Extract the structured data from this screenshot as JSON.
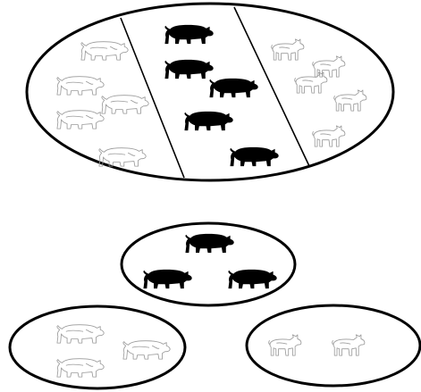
{
  "colors": {
    "background": "#ffffff",
    "outline": "#000000",
    "black_pig": "#000000",
    "white_animal_line": "#9a9a9a"
  },
  "groups": [
    {
      "id": "left-section",
      "animal": "white-pig-sketch",
      "count": 5
    },
    {
      "id": "middle-section",
      "animal": "black-pig",
      "count": 5
    },
    {
      "id": "right-section",
      "animal": "white-goat-sketch",
      "count": 5
    },
    {
      "id": "center-ellipse",
      "animal": "black-pig",
      "count": 3
    },
    {
      "id": "bottom-left-ellipse",
      "animal": "white-pig-sketch",
      "count": 3
    },
    {
      "id": "bottom-right-ellipse",
      "animal": "white-goat-sketch",
      "count": 2
    }
  ],
  "icons": {
    "black_pig": "black-pig-icon",
    "white_pig": "white-pig-sketch-icon",
    "goat": "goat-sketch-icon"
  }
}
